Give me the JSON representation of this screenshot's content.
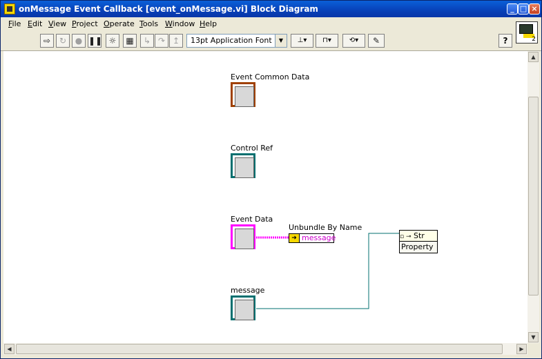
{
  "window": {
    "title": "onMessage Event Callback [event_onMessage.vi] Block Diagram",
    "minimize": "_",
    "maximize": "□",
    "close": "×"
  },
  "menu": [
    {
      "label": "File",
      "ul": "F",
      "rest": "ile"
    },
    {
      "label": "Edit",
      "ul": "E",
      "rest": "dit"
    },
    {
      "label": "View",
      "ul": "V",
      "rest": "iew"
    },
    {
      "label": "Project",
      "ul": "P",
      "rest": "roject"
    },
    {
      "label": "Operate",
      "ul": "O",
      "rest": "perate"
    },
    {
      "label": "Tools",
      "ul": "T",
      "rest": "ools"
    },
    {
      "label": "Window",
      "ul": "W",
      "rest": "indow"
    },
    {
      "label": "Help",
      "ul": "H",
      "rest": "elp"
    }
  ],
  "toolbar": {
    "font": "13pt Application Font",
    "help": "?"
  },
  "vi_icon": {
    "connector_count": "2"
  },
  "diagram": {
    "labels": {
      "event_common_data": "Event Common Data",
      "control_ref": "Control Ref",
      "event_data": "Event Data",
      "unbundle": "Unbundle By Name",
      "message_terminal": "message"
    },
    "unbundle_field": "message",
    "property_node": {
      "top": "Str",
      "bottom": "Property"
    },
    "wire_colors": {
      "cluster": "#ff00ff",
      "refnum": "#006f6f",
      "event_border": "#a04000",
      "ctrl_ref_border": "#006f6f",
      "event_data_border": "#ff00ff"
    }
  }
}
